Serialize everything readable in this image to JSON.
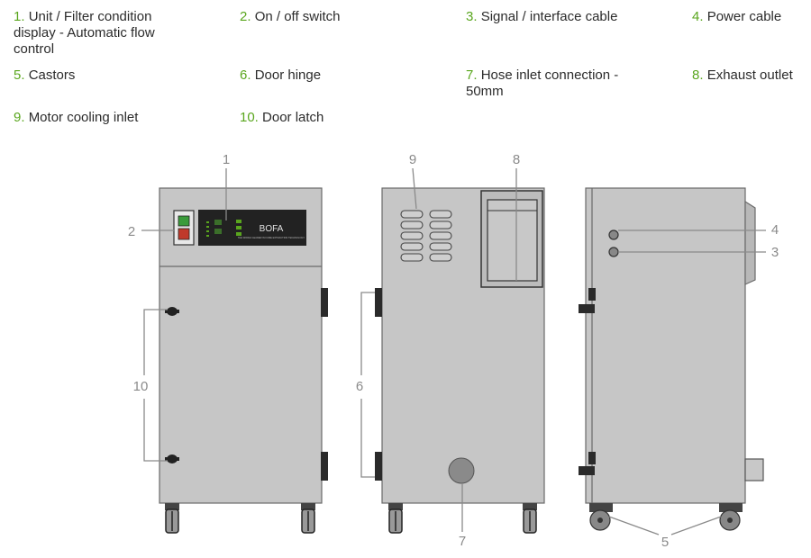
{
  "legend": [
    {
      "num": "1.",
      "text": "Unit / Filter condition display - Automatic flow control"
    },
    {
      "num": "2.",
      "text": "On / off switch"
    },
    {
      "num": "3.",
      "text": "Signal / interface cable"
    },
    {
      "num": "4.",
      "text": "Power cable"
    },
    {
      "num": "5.",
      "text": "Castors"
    },
    {
      "num": "6.",
      "text": "Door hinge"
    },
    {
      "num": "7.",
      "text": "Hose inlet connection - 50mm"
    },
    {
      "num": "8.",
      "text": "Exhaust outlet"
    },
    {
      "num": "9.",
      "text": "Motor cooling inlet"
    },
    {
      "num": "10.",
      "text": "Door latch"
    }
  ],
  "callouts": {
    "c1": "1",
    "c2": "2",
    "c3": "3",
    "c4": "4",
    "c5": "5",
    "c6": "6",
    "c7": "7",
    "c8": "8",
    "c9": "9",
    "c10": "10"
  },
  "panel_text": {
    "brand": "BOFA",
    "tagline": "THE WORLD LEADER IN FUME EXTRACTION TECHNOLOGY"
  },
  "colors": {
    "accent_number": "#5aa61e",
    "cabinet": "#c6c6c6",
    "callout": "#8a8a8a"
  }
}
